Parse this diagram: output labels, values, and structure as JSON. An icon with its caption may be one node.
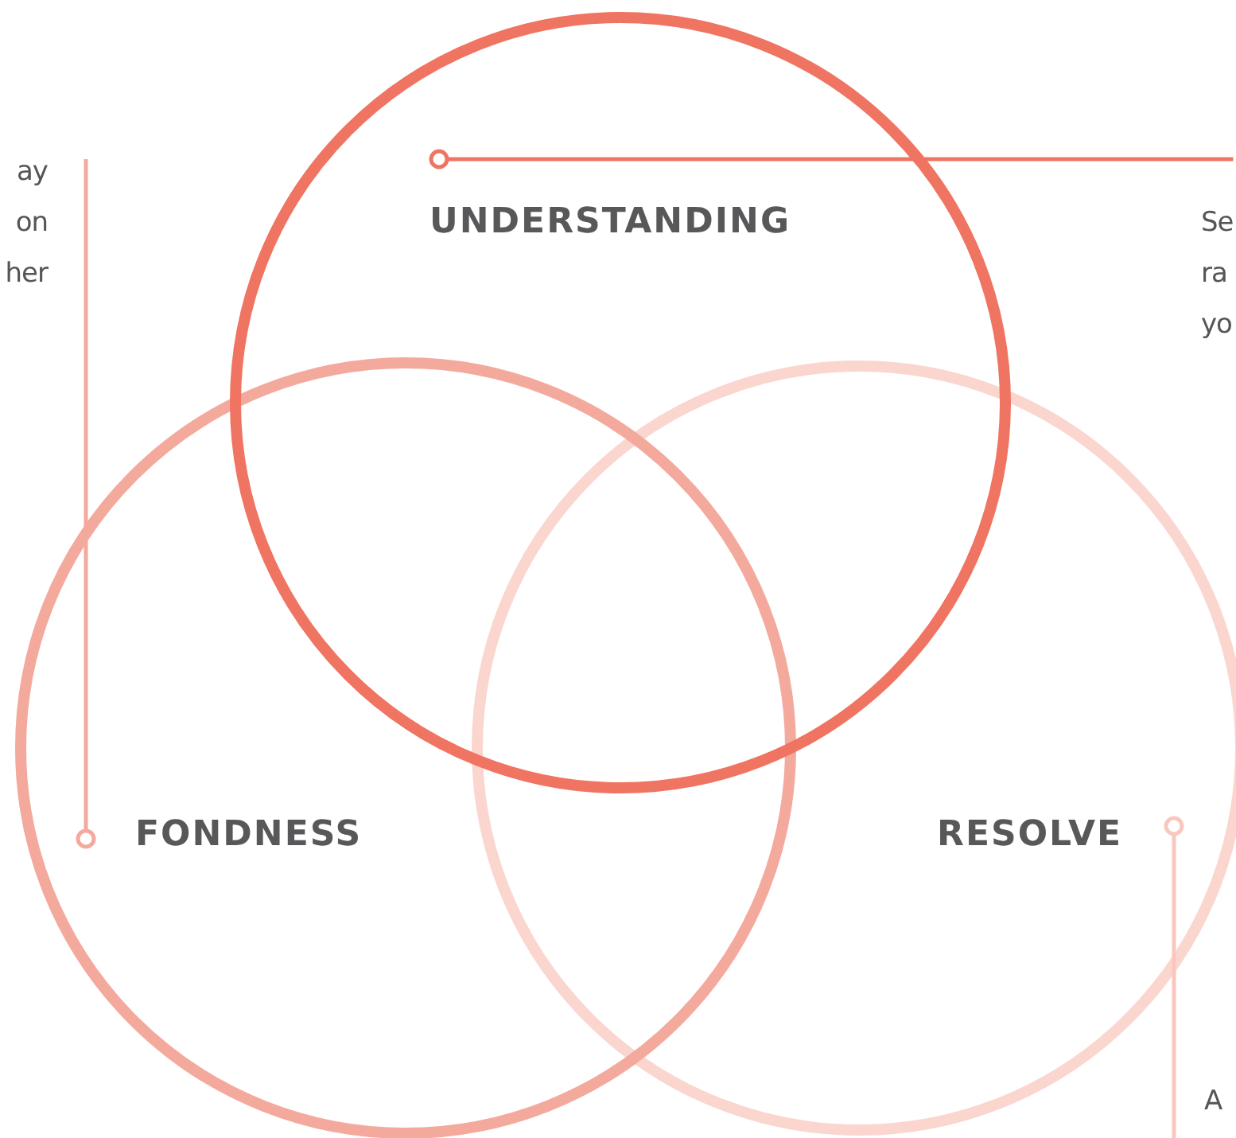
{
  "diagram": {
    "nodes": [
      {
        "text": [
          "UNDERSTANDING"
        ]
      },
      {
        "text": [
          "FONDNESS"
        ]
      },
      {
        "text": [
          "RESOLVE"
        ]
      },
      {
        "text": [
          "ay on her"
        ]
      },
      {
        "text": [
          "Se ra yo"
        ]
      },
      {
        "text": [
          "A"
        ]
      }
    ],
    "edges": [
      {
        "from": 0,
        "to": 4,
        "arrow": "other"
      },
      {
        "from": 1,
        "to": 3,
        "arrow": "other"
      },
      {
        "from": 2,
        "to": 5,
        "arrow": "other",
        "color": "#f8c8bf"
      }
    ]
  }
}
